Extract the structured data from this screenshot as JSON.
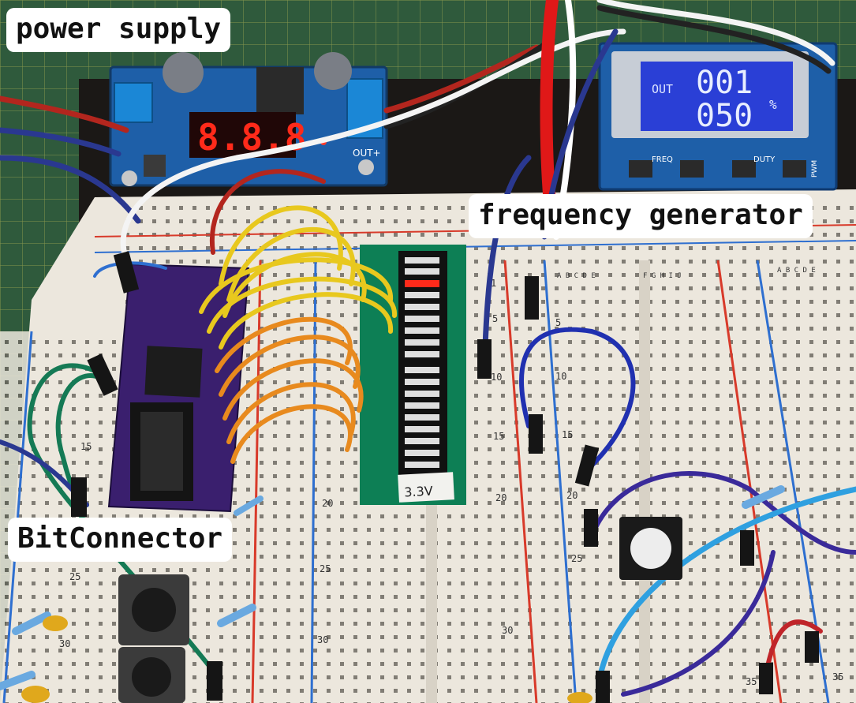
{
  "labels": {
    "power_supply": "power supply",
    "frequency_generator": "frequency generator",
    "bitconnector": "BitConnector"
  },
  "power_supply_module": {
    "display_digits": "8.8.8",
    "port_label": "OUT+"
  },
  "frequency_generator_module": {
    "lcd_out_label": "OUT",
    "lcd_freq_value": "001",
    "lcd_duty_value": "050",
    "lcd_unit": "%",
    "button_freq_label": "FREQ",
    "button_duty_label": "DUTY",
    "pwm_label": "PWM"
  },
  "breadboard": {
    "row_numbers_left": [
      "10",
      "15",
      "20",
      "25",
      "30"
    ],
    "row_numbers_right": [
      "1",
      "5",
      "10",
      "15",
      "20",
      "25",
      "30",
      "35"
    ],
    "column_letters": "A B C D E",
    "column_letters_right": "F G H I J"
  },
  "led_bar_module": {
    "tape_label": "3.3V"
  },
  "colors": {
    "cutting_mat": "#2f5a3c",
    "breadboard": "#ece7dd",
    "pcb_blue": "#1e5fa8",
    "bitconnector_purple": "#3a1f6e",
    "lcd_blue": "#2a3fd6",
    "led_red": "#ff2a1a",
    "wire_yellow": "#e8c81e",
    "wire_orange": "#e88a1e"
  }
}
